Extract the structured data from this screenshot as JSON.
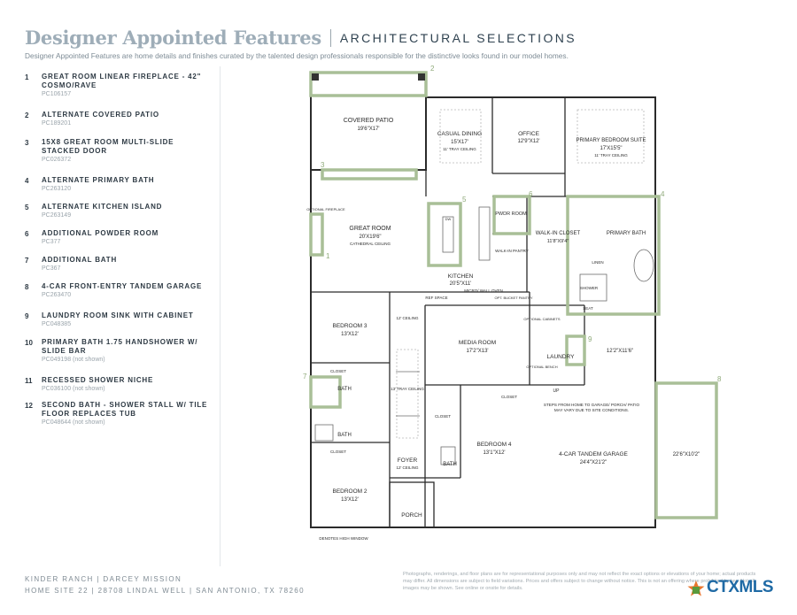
{
  "header": {
    "title": "Designer Appointed Features",
    "subtitle": "ARCHITECTURAL SELECTIONS",
    "intro": "Designer Appointed Features are home details and finishes curated by the talented design professionals responsible for the distinctive looks found in our model homes."
  },
  "features": [
    {
      "num": "1",
      "title": "Great Room Linear Fireplace - 42\" Cosmo/Rave",
      "code": "PC106157"
    },
    {
      "num": "2",
      "title": "Alternate Covered Patio",
      "code": "PC189201"
    },
    {
      "num": "3",
      "title": "15x8 Great Room Multi-Slide Stacked Door",
      "code": "PC026372"
    },
    {
      "num": "4",
      "title": "Alternate Primary Bath",
      "code": "PC263120"
    },
    {
      "num": "5",
      "title": "Alternate Kitchen Island",
      "code": "PC263149"
    },
    {
      "num": "6",
      "title": "Additional Powder Room",
      "code": "PC377"
    },
    {
      "num": "7",
      "title": "Additional Bath",
      "code": "PC367"
    },
    {
      "num": "8",
      "title": "4-Car Front-Entry Tandem Garage",
      "code": "PC263470"
    },
    {
      "num": "9",
      "title": "Laundry Room Sink with Cabinet",
      "code": "PC048385"
    },
    {
      "num": "10",
      "title": "Primary Bath 1.75 Handshower w/ Slide Bar",
      "code": "PC049198 (not shown)"
    },
    {
      "num": "11",
      "title": "Recessed Shower Niche",
      "code": "PC036100 (not shown)"
    },
    {
      "num": "12",
      "title": "Second Bath - Shower Stall w/ Tile Floor Replaces Tub",
      "code": "PC048644 (not shown)"
    }
  ],
  "plan": {
    "accent_color": "#a9bf97",
    "wall_color": "#2b2b2b",
    "rooms": {
      "covered_patio": {
        "name": "COVERED PATIO",
        "size": "19'6\"X17'"
      },
      "casual_dining": {
        "name": "CASUAL DINING",
        "size": "15'X17'",
        "note": "11' TRAY CEILING"
      },
      "office": {
        "name": "OFFICE",
        "size": "12'9\"X12'"
      },
      "primary_suite": {
        "name": "PRIMARY BEDROOM SUITE",
        "size": "17'X15'5\"",
        "note": "11' TRAY CEILING"
      },
      "great_room": {
        "name": "GREAT ROOM",
        "size": "20'X19'6\"",
        "note": "CATHEDRAL CEILING"
      },
      "pwdr": {
        "name": "PWDR ROOM"
      },
      "walkin": {
        "name": "WALK-IN CLOSET",
        "size": "11'8\"X9'4\""
      },
      "primary_bath": {
        "name": "PRIMARY BATH"
      },
      "kitchen": {
        "name": "KITCHEN",
        "size": "20'5\"X11'"
      },
      "bedroom3": {
        "name": "BEDROOM 3",
        "size": "13'X12'"
      },
      "media": {
        "name": "MEDIA ROOM",
        "size": "17'2\"X13'"
      },
      "laundry": {
        "name": "LAUNDRY"
      },
      "bedroom4": {
        "name": "BEDROOM 4",
        "size": "13'1\"X12'"
      },
      "garage": {
        "name": "4-CAR TANDEM GARAGE",
        "size": "24'4\"X21'2\""
      },
      "garage_ext": {
        "size": "22'6\"X10'2\""
      },
      "bedroom2": {
        "name": "BEDROOM 2",
        "size": "13'X12'"
      },
      "foyer": {
        "name": "FOYER",
        "note": "12' CEILING"
      },
      "porch": {
        "name": "PORCH"
      },
      "garage_area": {
        "size": "12'2\"X11'6\""
      }
    },
    "labels": {
      "closet": "CLOSET",
      "bath": "BATH",
      "linen": "LINEN",
      "shower": "SHOWER",
      "seat": "SEAT",
      "walkin_pantry": "WALK-IN PANTRY",
      "ceiling_12": "12' CEILING",
      "tray_13": "13' TRAY CEILING",
      "micro_wall_oven": "MICRO/ WALL OVEN",
      "dw": "DW",
      "ref_space": "REF SPACE",
      "up": "UP",
      "optional_fireplace": "OPTIONAL FIREPLACE",
      "garage_note": "STEPS FROM HOME TO GARAGE/ PORCH/ PATIO MAY VARY DUE TO SITE CONDITIONS.",
      "high_window": "DENOTES HIGH WINDOW",
      "opt_bucket": "OPT. BUCKET PANTRY",
      "optional_cabinets": "OPTIONAL CABINETS",
      "optional_bench": "OPTIONAL BENCH"
    },
    "callouts": [
      "1",
      "2",
      "3",
      "4",
      "5",
      "6",
      "7",
      "8",
      "9"
    ]
  },
  "footer": {
    "line1": "KINDER RANCH  |  DARCEY MISSION",
    "line2": "HOME SITE 22  |  28708 LINDAL WELL  |  SAN ANTONIO, TX 78260",
    "disclaimer": "Photographs, renderings, and floor plans are for representational purposes only and may not reflect the exact options or elevations of your home; actual products may differ. All dimensions are subject to field variations. Prices and offers subject to change without notice. This is not an offering where prohibited by law. Not all images may be shown. See online or onsite for details.",
    "logo": "CTXMLS"
  }
}
